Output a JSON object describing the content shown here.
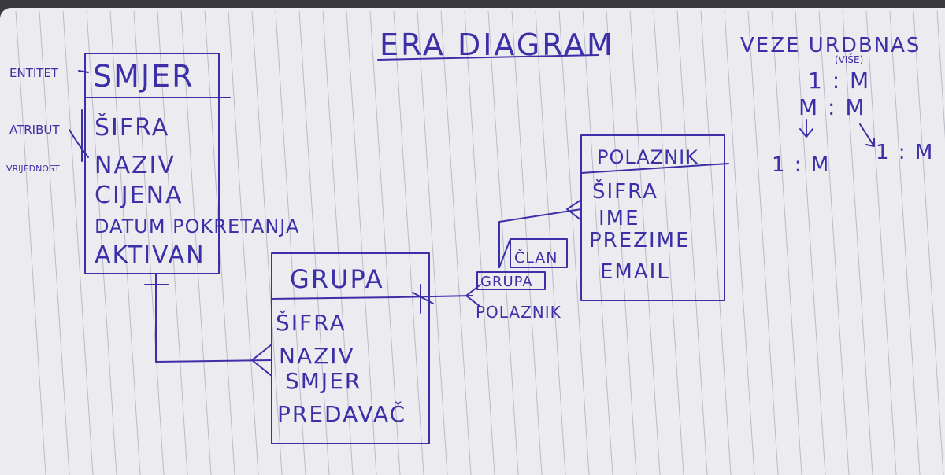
{
  "title": "ERA DIAGRAM",
  "side_labels": {
    "entity": "ENTITET",
    "attribute": "ATRIBUT",
    "value": "VRIJEDNOST"
  },
  "entities": [
    {
      "id": "smjer",
      "name": "SMJER",
      "attributes": [
        "ŠIFRA",
        "NAZIV",
        "CIJENA",
        "DATUM POKRETANJA",
        "AKTIVAN"
      ]
    },
    {
      "id": "grupa",
      "name": "GRUPA",
      "attributes": [
        "ŠIFRA",
        "NAZIV",
        "SMJER",
        "PREDAVAČ"
      ]
    },
    {
      "id": "polaznik",
      "name": "POLAZNIK",
      "attributes": [
        "ŠIFRA",
        "IME",
        "PREZIME",
        "EMAIL"
      ]
    },
    {
      "id": "clan",
      "name": "ČLAN",
      "attributes": [
        "GRUPA",
        "POLAZNIK"
      ]
    }
  ],
  "relationship_notes": {
    "heading": "VEZE URDBNAS",
    "sub": "(VIŠE)",
    "items": [
      "1 : M",
      "M : M",
      "1 : M",
      "1 : M"
    ]
  },
  "colors": {
    "ink": "#3d2fa8",
    "paper": "#ecebf0",
    "rule": "#b9bbc6",
    "background": "#3a3a3c"
  }
}
